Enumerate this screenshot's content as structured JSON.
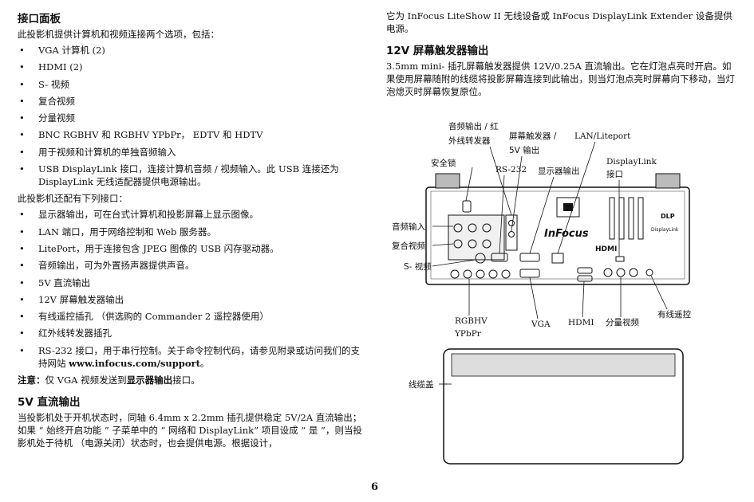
{
  "left": {
    "ports_heading": "接口面板",
    "ports_intro": "此投影机提供计算机和视频连接两个选项，包括：",
    "inputs": [
      "VGA 计算机 (2)",
      "HDMI (2)",
      "S- 视频",
      "复合视频",
      "分量视频",
      "BNC RGBHV 和 RGBHV YPbPr， EDTV 和 HDTV",
      "用于视频和计算机的单独音频输入",
      "USB DisplayLink 接口，连接计算机音频 / 视频输入。此 USB 连接还为 DisplayLink 无线适配器提供电源输出。"
    ],
    "also_intro": "此投影机还配有下列接口：",
    "outputs": [
      "显示器输出，可在台式计算机和投影屏幕上显示图像。",
      "LAN 端口，用于网络控制和 Web 服务器。",
      "LitePort，用于连接包含 JPEG 图像的 USB 闪存驱动器。",
      "音频输出，可为外置扬声器提供声音。",
      "5V 直流输出",
      "12V 屏幕触发器输出",
      "有线遥控插孔 （供选购的 Commander 2 遥控器使用）",
      "红外线转发器插孔"
    ],
    "rs232_text": "RS-232 接口，用于串行控制。关于命令控制代码，请参见附录或访问我们的支持网站 ",
    "rs232_url": "www.infocus.com/support",
    "rs232_end": "。",
    "note_label": "注意：",
    "note_text": "仅 VGA 视频发送到",
    "note_em": "显示器输出",
    "note_end": "接口。",
    "dc_heading": "5V 直流输出",
    "dc_text": "当投影机处于开机状态时，同轴 6.4mm x 2.2mm 插孔提供稳定 5V/2A 直流输出；如果 “ 始终开启功能 ” 子菜单中的 “ 网络和 DisplayLink” 项目设成 “ 是 ”，则当投影机处于待机 （电源关闭）状态时，也会提供电源。根据设计，"
  },
  "right": {
    "cont_text": "它为 InFocus LiteShow II 无线设备或 InFocus DisplayLink Extender 设备提供电源。",
    "trigger_heading": "12V 屏幕触发器输出",
    "trigger_text": "3.5mm mini- 插孔屏幕触发器提供 12V/0.25A 直流输出。它在灯泡点亮时开启。如果使用屏幕随附的线缆将投影屏幕连接到此输出，则当灯泡点亮时屏幕向下移动，当灯泡熄灭时屏幕恢复原位。"
  },
  "diagram": {
    "labels": {
      "audio_out_1": "音频输出 / 红",
      "audio_out_2": "外线转发器",
      "trigger_1": "屏幕触发器 /",
      "trigger_2": "5V 输出",
      "lan": "LAN/Liteport",
      "lock": "安全锁",
      "rs232": "RS-232",
      "monitor": "显示器输出",
      "displaylink_1": "DisplayLink",
      "displaylink_2": "接口",
      "audio_in": "音频输入",
      "composite": "复合视频",
      "svideo": "S- 视频",
      "rgbhv_1": "RGBHV",
      "rgbhv_2": "YPbPr",
      "vga": "VGA",
      "hdmi": "HDMI",
      "component": "分量视频",
      "remote": "有线遥控",
      "cable_cover": "线缆盖"
    },
    "logo": "InFocus",
    "hdmi_logo": "HDMI",
    "dlp_logo": "DLP",
    "dl_logo": "DisplayLink"
  },
  "page_number": "6"
}
